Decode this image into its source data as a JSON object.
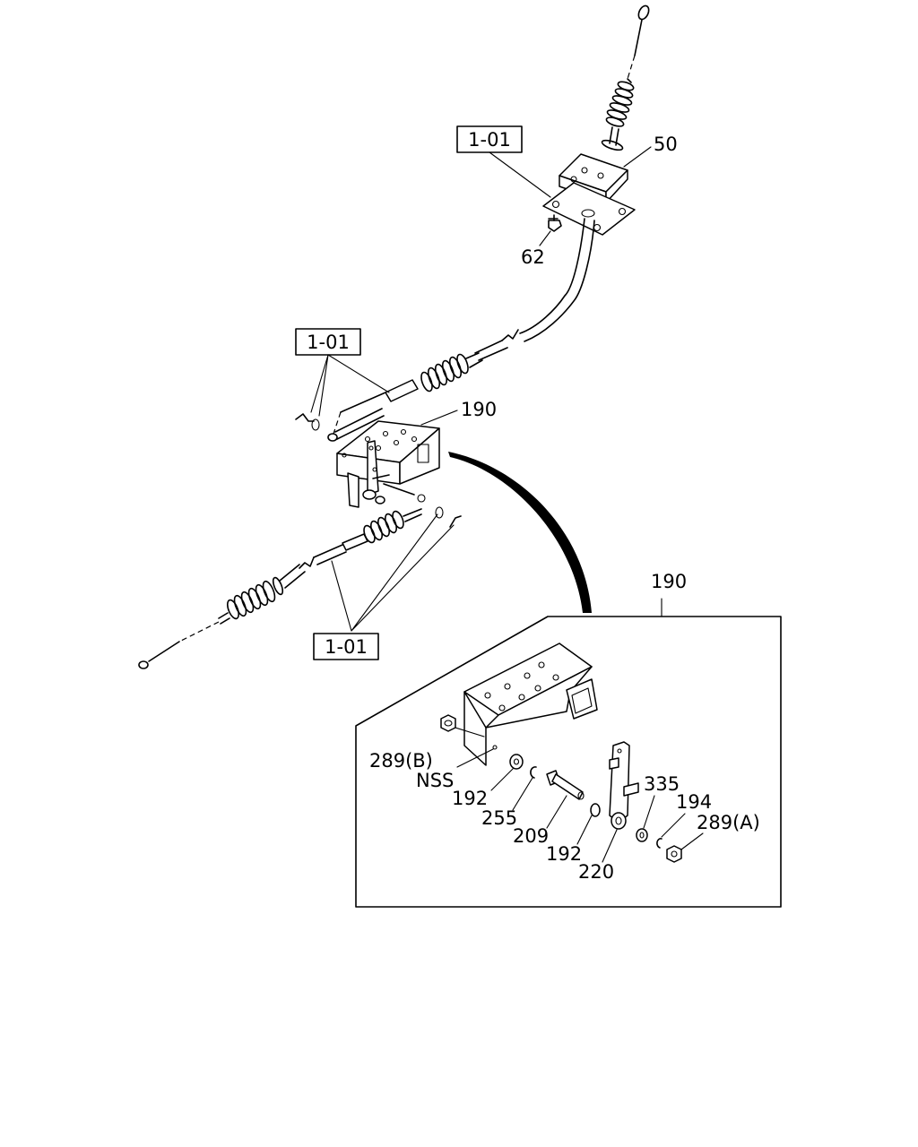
{
  "labels": {
    "ref_top": "1-01",
    "ref_mid": "1-01",
    "ref_bottom": "1-01",
    "part_50": "50",
    "part_62": "62",
    "part_190_main": "190",
    "part_190_detail": "190",
    "part_289b": "289(B)",
    "nss": "NSS",
    "part_192a": "192",
    "part_255": "255",
    "part_209": "209",
    "part_192b": "192",
    "part_220": "220",
    "part_335": "335",
    "part_194": "194",
    "part_289a": "289(A)"
  }
}
